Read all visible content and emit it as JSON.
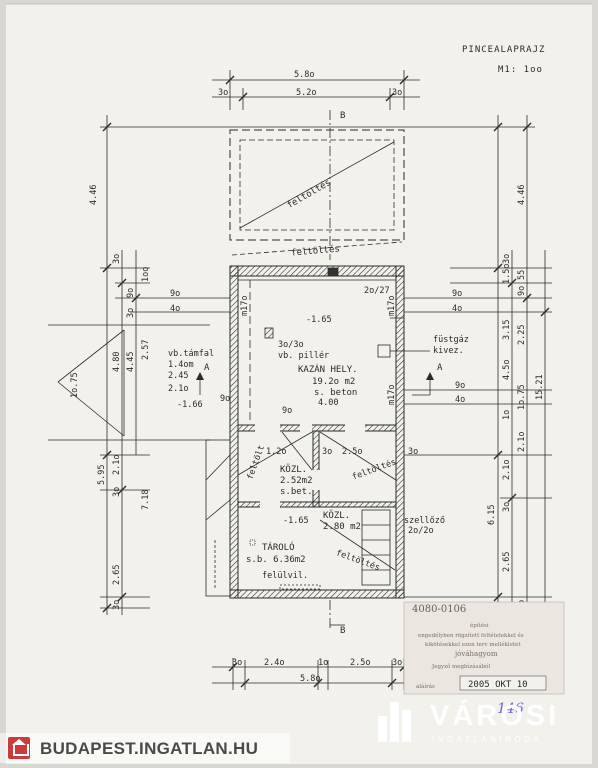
{
  "title": "PINCEALAPRAJZ",
  "scale": "M1: 1oo",
  "top_dims": {
    "overall": "5.8o",
    "inner": "5.2o",
    "wall": "3o"
  },
  "bottom_dims": {
    "overall": "5.8o",
    "seg1": "2.4o",
    "seg2": "2.5o",
    "wall_left": "3o",
    "wall_mid": "1o",
    "wall_right": "3o"
  },
  "left_dims": {
    "top": "4.46",
    "a": "3o",
    "b": "1oo",
    "c": "9o",
    "d": "3o",
    "e": "4.80",
    "f": "4.45",
    "g": "2.57",
    "h": "1o.75",
    "i": "2.1o",
    "j": "5.95",
    "k": "3o",
    "l": "7.18",
    "m": "2.65",
    "n": "3o"
  },
  "right_dims": {
    "top": "4.46",
    "a": "3o",
    "b": "1.5o",
    "c": "55",
    "d": "9o",
    "e": "3.15",
    "f": "2.25",
    "g": "4.5o",
    "h": "1o.75",
    "i": "15.21",
    "j": "2.1o",
    "k": "1o",
    "l": "6.15",
    "m": "2.1o",
    "n": "3o",
    "o": "2.65",
    "p": "3o"
  },
  "side_ticks": {
    "r1": "9o",
    "r2": "4o",
    "r3": "9o",
    "r4": "4o",
    "l1": "9o",
    "l2": "4o"
  },
  "rooms": {
    "fill_top": "feltöltés",
    "fill_mid": "feltöltés",
    "boiler_name": "KAZÁN HELY.",
    "boiler_area": "19.2o m2",
    "boiler_floor": "s. beton",
    "boiler_dim": "4.00",
    "level_1": "-1.65",
    "level_2": "-1.66",
    "level_3": "-1.65",
    "pillar": "3o/3o",
    "pillar_desc": "vb. pillér",
    "wall_label": "vb.támfal",
    "wall_h": "1.4om",
    "wall_245": "2.45",
    "wall_21": "2.1o",
    "hole": "2o/27",
    "m17_a": "m17o",
    "m17_b": "m17o",
    "m17_c": "m17o",
    "smoke": "füstgáz",
    "smoke2": "kivez.",
    "corr1_name": "KÖZL.",
    "corr1_area": "2.52m2",
    "corr1_floor": "s.bet.",
    "corr2_name": "KÖZL.",
    "corr2_area": "2.80 m2",
    "storage_name": "TÁROLÓ",
    "storage_area": "s.b. 6.36m2",
    "up_label": "felülvil.",
    "fill_a": "feltölt",
    "fill_b": "feltöltés",
    "fill_c": "feltöltés",
    "vent": "szellőző",
    "vent_size": "2o/2o",
    "d_120": "1.2o",
    "d_25": "2.5o",
    "d_9o": "9o",
    "d_3o": "3o",
    "sec_a_left": "A",
    "sec_a_right": "A",
    "sec_b_top": "B",
    "sec_b_bottom": "B"
  },
  "stamp": {
    "number": "4080-0106",
    "line1": "építési",
    "line2": "engedélyben rögzített feltételekkel és",
    "line3": "kikötésekkel ezen terv mellékletet",
    "line4": "jóváhagyom",
    "line5": "Jegyző megbízásából",
    "line6": "aláírás",
    "date": "2005 OKT 10",
    "mark": "146"
  },
  "watermark": {
    "banner": "BUDAPEST.INGATLAN.HU",
    "brand": "VÁROSI",
    "brand_sub": "INGATLANIRODA"
  }
}
